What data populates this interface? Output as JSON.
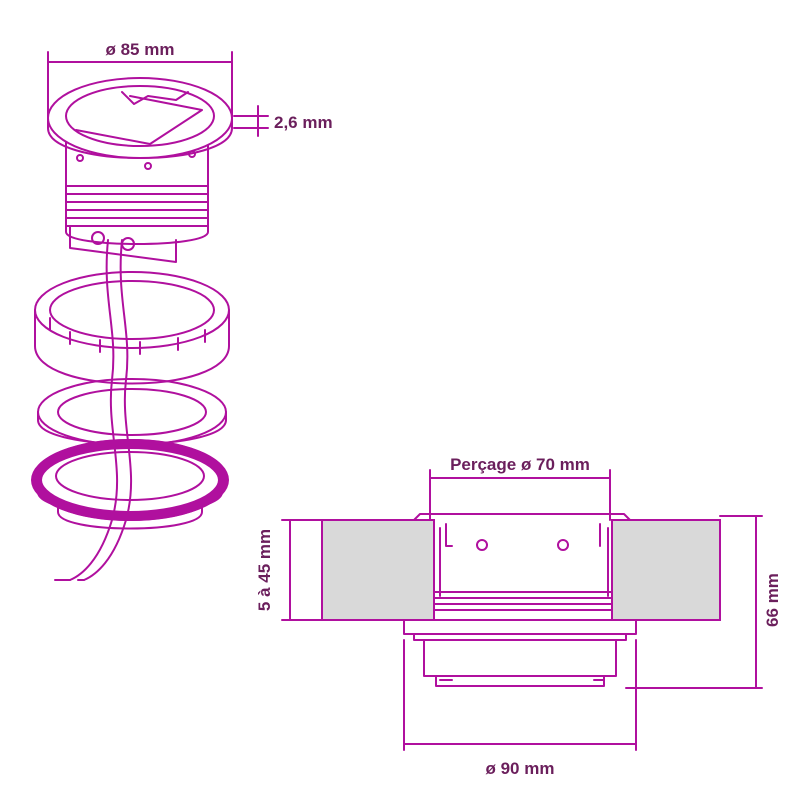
{
  "colors": {
    "line": "#b0109e",
    "text": "#6b1f5c",
    "fill": "#ffffff",
    "worktop": "#d9d9d9"
  },
  "labels": {
    "top_diameter": "ø 85 mm",
    "flange_thickness": "2,6 mm",
    "drill_hole": "Perçage ø 70 mm",
    "worktop_thickness": "5 à 45 mm",
    "total_height": "66 mm",
    "outer_diameter": "ø 90 mm"
  }
}
